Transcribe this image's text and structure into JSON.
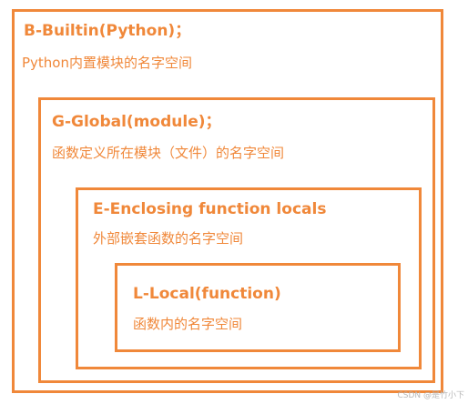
{
  "diagram": {
    "builtin": {
      "title": "B-Builtin(Python)；",
      "description": "Python内置模块的名字空间"
    },
    "global": {
      "title": "G-Global(module)；",
      "description": "函数定义所在模块（文件）的名字空间"
    },
    "enclosing": {
      "title": "E-Enclosing function locals",
      "description": "外部嵌套函数的名字空间"
    },
    "local": {
      "title": "L-Local(function)",
      "description": "函数内的名字空间"
    }
  },
  "watermark": "CSDN @是竹小下",
  "colors": {
    "accent": "#f0883a",
    "background": "#ffffff",
    "watermark": "#b8b8b8"
  }
}
